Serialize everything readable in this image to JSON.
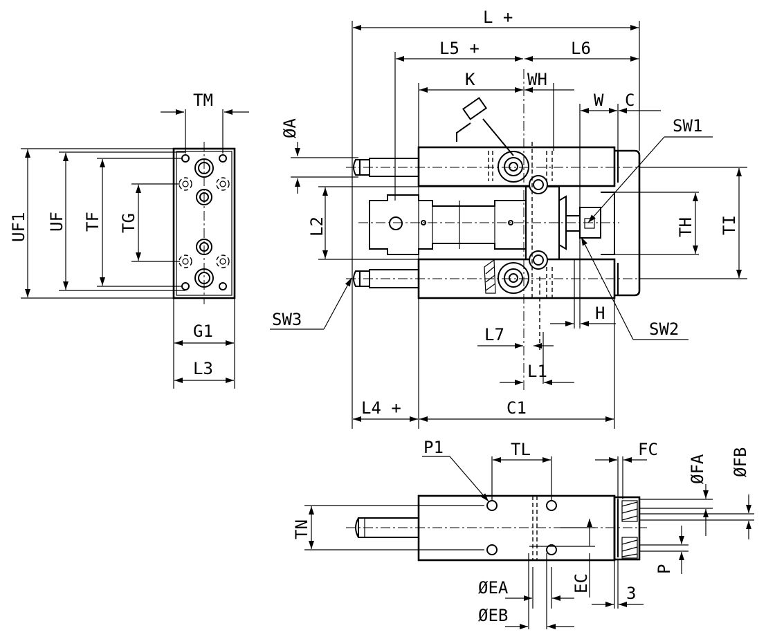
{
  "labels": {
    "TM": "TM",
    "UF1": "UF1",
    "UF": "UF",
    "TF": "TF",
    "TG": "TG",
    "G1": "G1",
    "L3": "L3",
    "Lplus": "L +",
    "L5plus": "L5 +",
    "L6": "L6",
    "K": "K",
    "WH": "WH",
    "W": "W",
    "C": "C",
    "phiA": "ØA",
    "SW1": "SW1",
    "L2": "L2",
    "TH": "TH",
    "TI": "TI",
    "SW3": "SW3",
    "H": "H",
    "SW2": "SW2",
    "L7": "L7",
    "L1": "L1",
    "L4plus": "L4 +",
    "C1": "C1",
    "P1": "P1",
    "TL": "TL",
    "FC": "FC",
    "phiFA": "ØFA",
    "phiFB": "ØFB",
    "TN": "TN",
    "P": "P",
    "EC": "EC",
    "phiEA": "ØEA",
    "phiEB": "ØEB",
    "three": "3"
  }
}
